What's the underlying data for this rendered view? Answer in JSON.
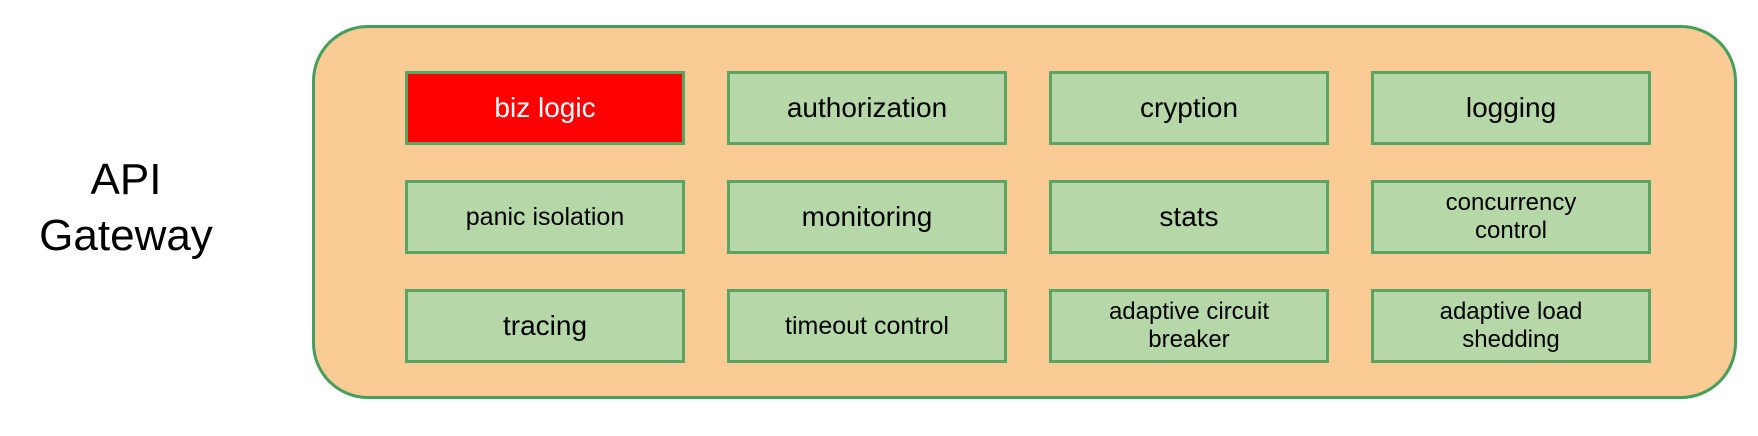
{
  "title": {
    "label": "API\nGateway"
  },
  "gateway": {
    "components": [
      {
        "label": "biz logic",
        "highlighted": true
      },
      {
        "label": "authorization",
        "highlighted": false
      },
      {
        "label": "cryption",
        "highlighted": false
      },
      {
        "label": "logging",
        "highlighted": false
      },
      {
        "label": "panic isolation",
        "highlighted": false
      },
      {
        "label": "monitoring",
        "highlighted": false
      },
      {
        "label": "stats",
        "highlighted": false
      },
      {
        "label": "concurrency\ncontrol",
        "highlighted": false
      },
      {
        "label": "tracing",
        "highlighted": false
      },
      {
        "label": "timeout control",
        "highlighted": false
      },
      {
        "label": "adaptive circuit\nbreaker",
        "highlighted": false
      },
      {
        "label": "adaptive load\nshedding",
        "highlighted": false
      }
    ]
  },
  "colors": {
    "container_fill": "#FBCB96",
    "container_border": "#459E5C",
    "box_fill": "#B6D7A8",
    "box_border": "#5AA464",
    "highlight_fill": "#FF0000",
    "highlight_text": "#FFFFFF",
    "text": "#000000"
  }
}
